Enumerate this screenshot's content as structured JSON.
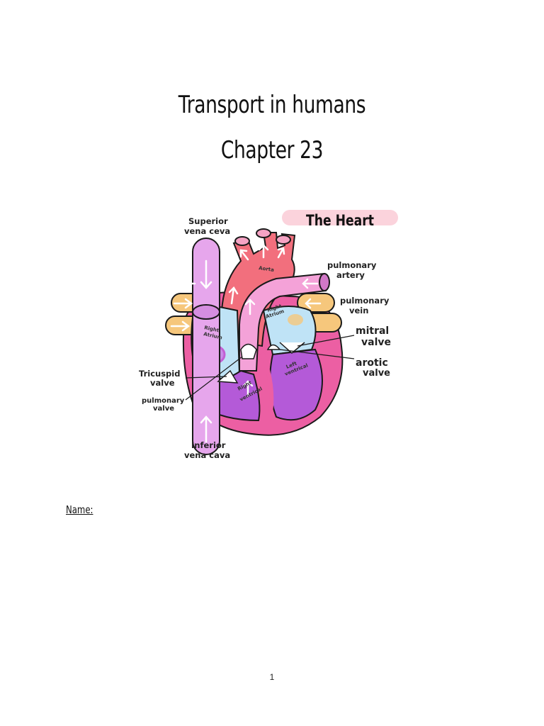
{
  "document": {
    "title_line1": "Transport in humans",
    "title_line2": "Chapter 23",
    "name_label": "Name:",
    "page_number": "1"
  },
  "diagram": {
    "heading": "The Heart",
    "labels": {
      "superior_1": "Superior",
      "superior_2": "vena ceva",
      "pulm_artery_1": "pulmonary",
      "pulm_artery_2": "artery",
      "pulm_vein_1": "pulmonary",
      "pulm_vein_2": "vein",
      "mitral_1": "mitral",
      "mitral_2": "valve",
      "arotic_1": "arotic",
      "arotic_2": "valve",
      "tricuspid_1": "Tricuspid",
      "tricuspid_2": "valve",
      "pulm_valve_1": "pulmonary",
      "pulm_valve_2": "valve",
      "inferior_1": "Inferior",
      "inferior_2": "vena cava",
      "aorta": "Aorta",
      "right_atrium_1": "Right",
      "right_atrium_2": "Atrium",
      "left_atrium_1": "Right",
      "left_atrium_2": "Atrium",
      "right_ventrical_1": "Right",
      "right_ventrical_2": "ventrical",
      "left_ventrical_1": "Left",
      "left_ventrical_2": "ventrical"
    },
    "colors": {
      "heading_bg": "#fbd3dc",
      "vena": "#e6a6ec",
      "aorta": "#f26f7d",
      "pulmonary": "#f4a2d8",
      "vein": "#f6c77c",
      "atrium": "#bfe3f6",
      "ventricle": "#b45ad8",
      "heart_wall": "#ec5fa3",
      "outline": "#1a1a1a"
    }
  }
}
